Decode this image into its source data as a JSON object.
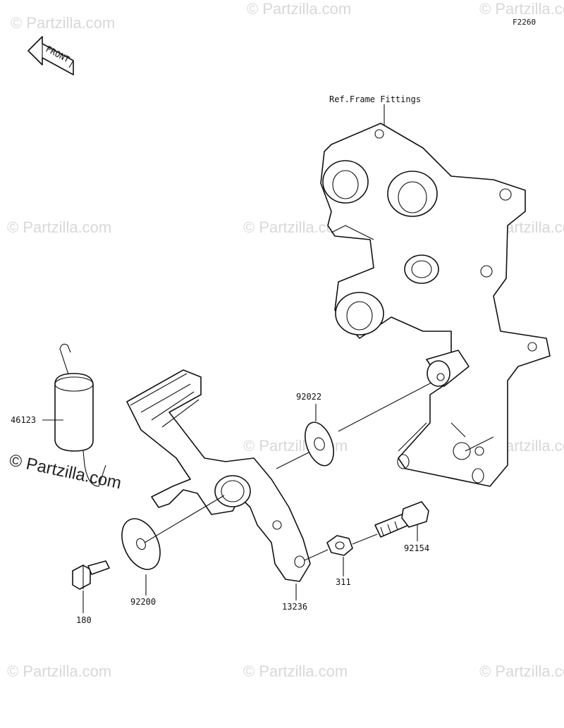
{
  "figure_code": "F2260",
  "front_indicator": "FRONT",
  "reference_note": "Ref.Frame Fittings",
  "watermark": "© Partzilla.com",
  "parts": [
    {
      "number": "46123"
    },
    {
      "number": "92022"
    },
    {
      "number": "92154"
    },
    {
      "number": "311"
    },
    {
      "number": "13236"
    },
    {
      "number": "92200"
    },
    {
      "number": "180"
    }
  ]
}
